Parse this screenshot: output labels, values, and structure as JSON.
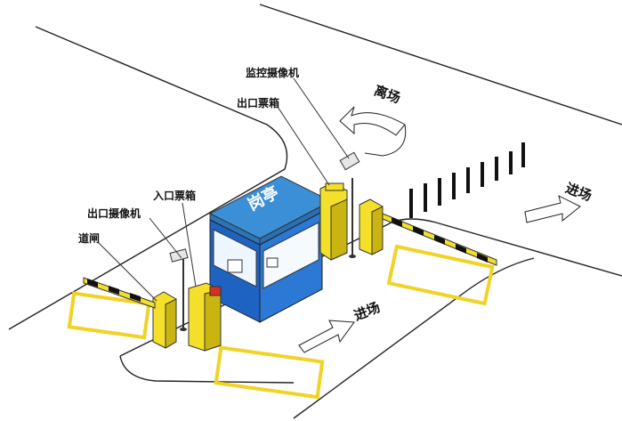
{
  "labels": {
    "camera_monitor": "监控摄像机",
    "exit_ticket_box": "出口票箱",
    "entry_ticket_box": "入口票箱",
    "exit_camera": "出口摄像机",
    "gate": "道闸",
    "booth": "岗亭",
    "leave": "离场",
    "enter_right": "进场",
    "enter_bottom": "进场"
  },
  "colors": {
    "booth_roof": "#3b8fd6",
    "booth_body": "#1e63c2",
    "barrier_yellow": "#f4e02a",
    "parking_line": "#f0d324",
    "ticket_red": "#d7301f"
  }
}
